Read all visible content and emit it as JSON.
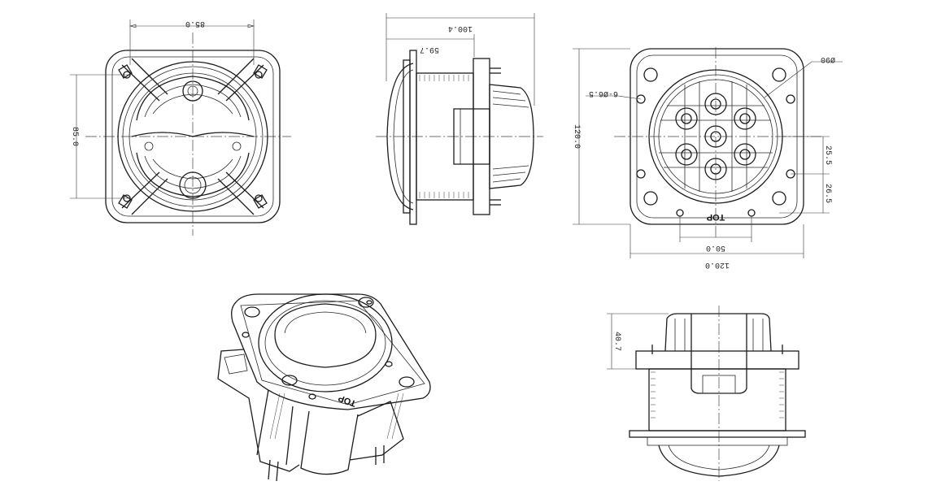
{
  "dimensions": {
    "front_width": "85.0",
    "front_height": "85.0",
    "side_total_depth": "100.4",
    "side_body_depth": "59.7",
    "rear_hole_dia": "6-Ø6.5",
    "rear_lens_dia": "Ø90",
    "rear_height": "120.0",
    "rear_width": "120.0",
    "rear_hole_spacing": "50.0",
    "rear_offset_upper": "25.5",
    "rear_offset_lower": "26.5",
    "bottom_height": "40.7"
  },
  "labels": {
    "top_mark_rear": "TOP",
    "top_mark_iso": "TOP"
  },
  "colors": {
    "line": "#1c1c1c",
    "background": "#ffffff"
  }
}
